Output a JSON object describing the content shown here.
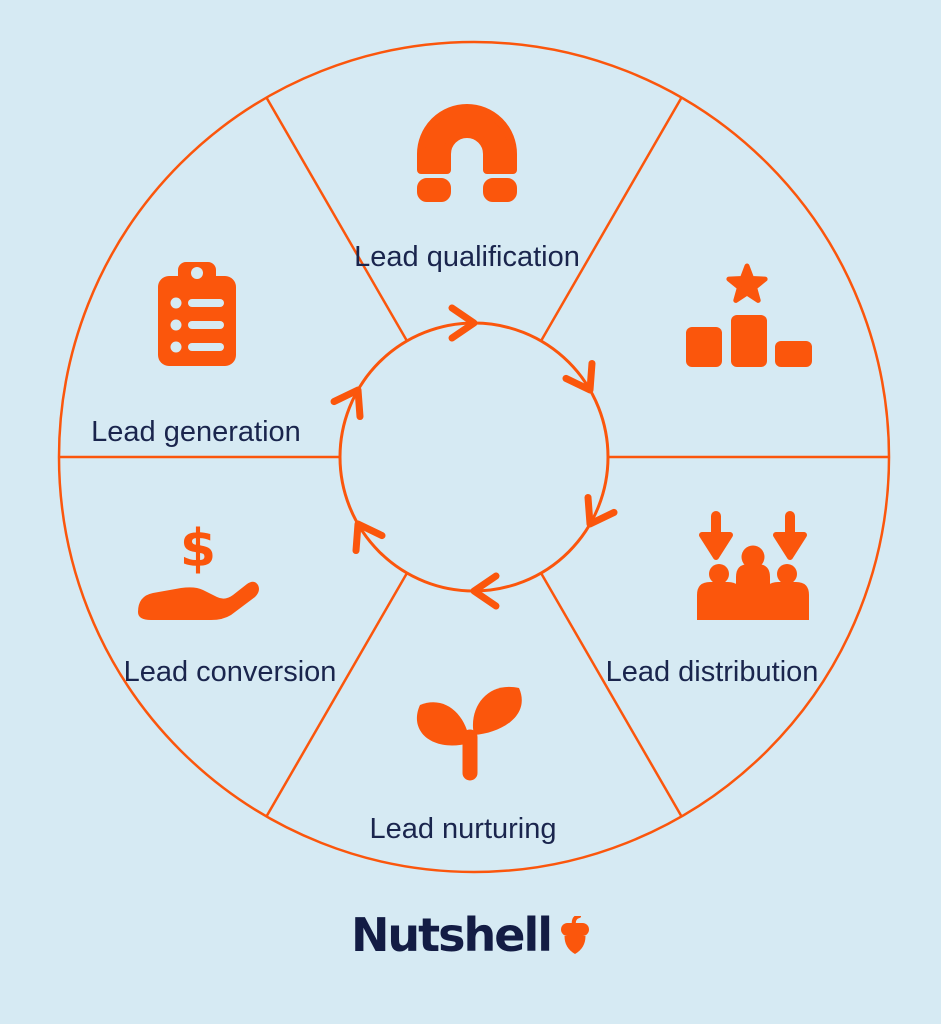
{
  "diagram": {
    "type": "cycle-wheel",
    "flow_direction": "clockwise",
    "segments": [
      {
        "position": "top",
        "label": "Lead qualification",
        "icon": "magnet-icon"
      },
      {
        "position": "upper-right",
        "label": "",
        "icon": "podium-star-icon"
      },
      {
        "position": "lower-right",
        "label": "Lead distribution",
        "icon": "people-arrows-icon"
      },
      {
        "position": "bottom",
        "label": "Lead nurturing",
        "icon": "seedling-icon"
      },
      {
        "position": "lower-left",
        "label": "Lead conversion",
        "icon": "hand-dollar-icon"
      },
      {
        "position": "upper-left",
        "label": "Lead generation",
        "icon": "clipboard-list-icon"
      }
    ],
    "hand_dollar_symbol": "$"
  },
  "logo": {
    "wordmark": "Nutshell",
    "icon": "acorn-icon"
  },
  "colors": {
    "background": "#d6eaf3",
    "accent_orange": "#fb560c",
    "label_navy": "#1a254d",
    "logo_navy": "#131c44"
  }
}
